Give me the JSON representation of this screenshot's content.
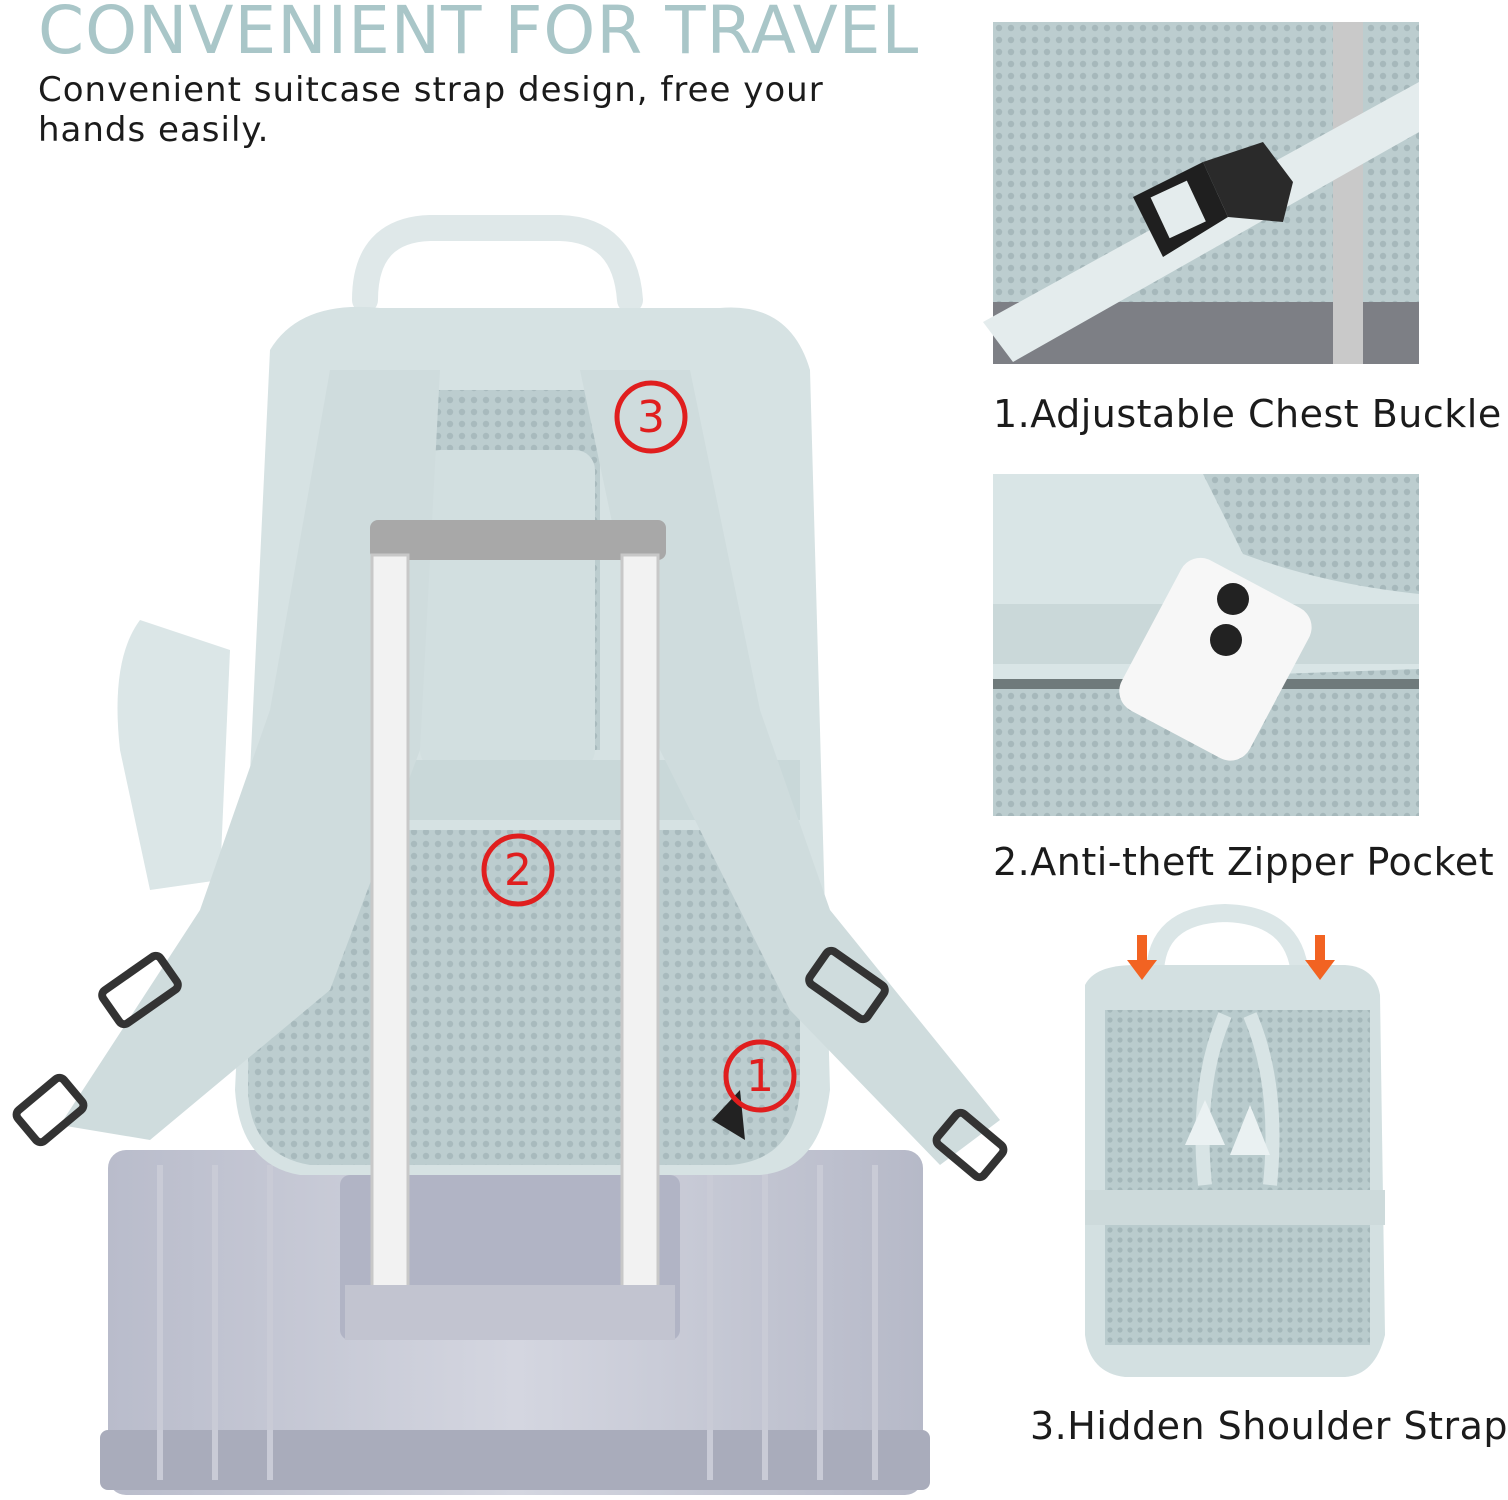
{
  "header": {
    "title": "CONVENIENT FOR TRAVEL",
    "subtitle": "Convenient suitcase strap design, free your hands easily."
  },
  "hero": {
    "markers": [
      "3",
      "2",
      "1"
    ]
  },
  "features": [
    {
      "caption": "1.Adjustable Chest Buckle"
    },
    {
      "caption": "2.Anti-theft Zipper Pocket"
    },
    {
      "caption": "3.Hidden Shoulder Strap"
    }
  ],
  "colors": {
    "title": "#a9c6c8",
    "bag": "#d7e3e4",
    "mesh": "#b5c8ca",
    "suitcase": "#bfc2cf",
    "marker": "#e01e1e",
    "arrow": "#f26322"
  }
}
